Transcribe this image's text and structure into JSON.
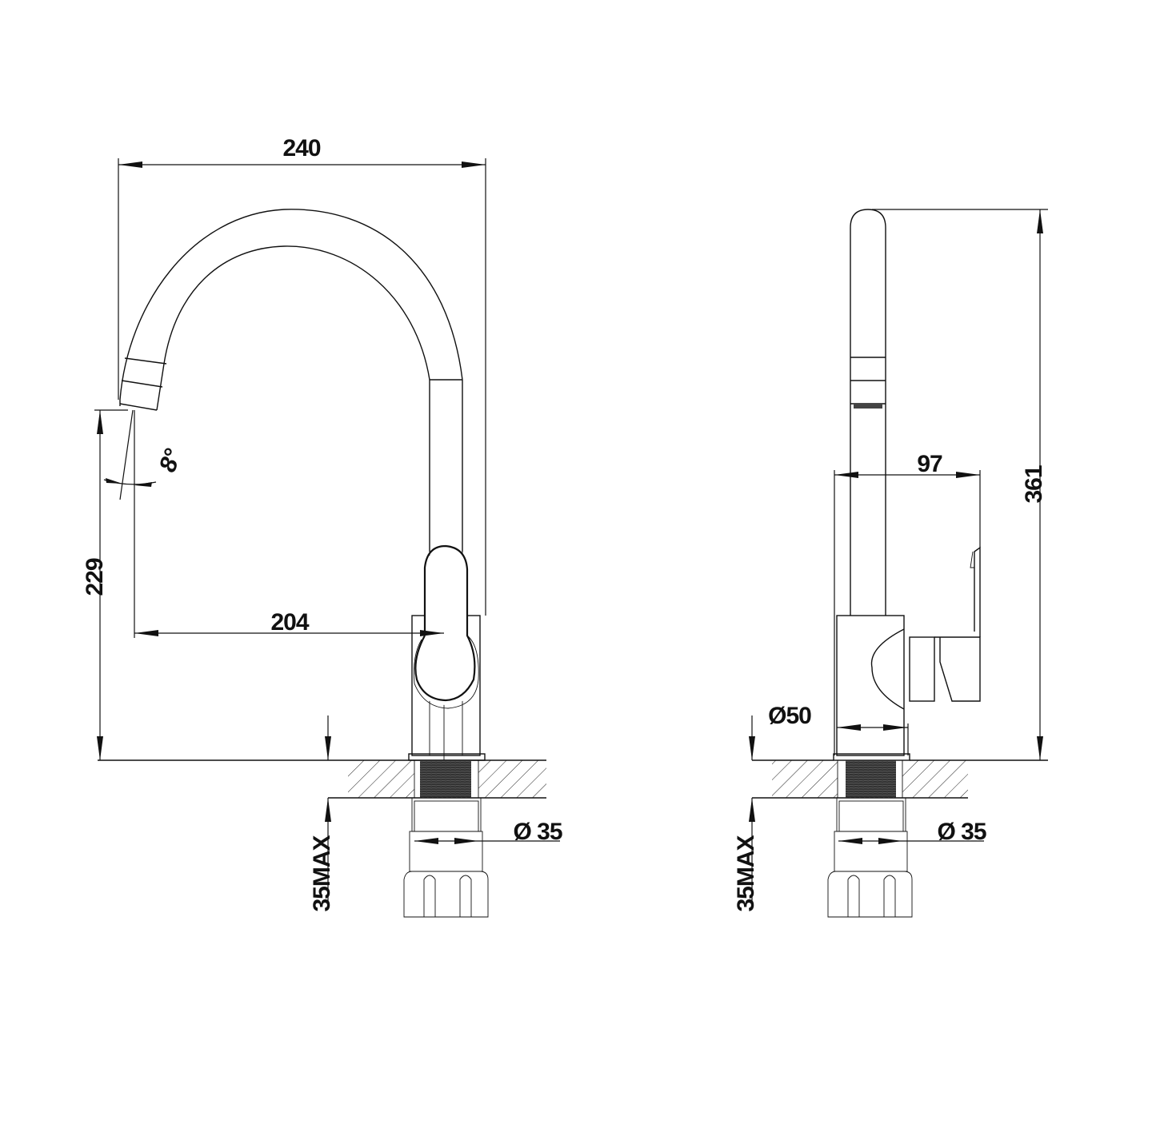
{
  "front_view": {
    "width_dim": "240",
    "spout_height_dim": "229",
    "reach_dim": "204",
    "angle_dim": "8°",
    "counter_thickness_dim": "35MAX",
    "hole_dim": "Ø 35"
  },
  "side_view": {
    "height_dim": "361",
    "depth_dim": "97",
    "body_dia_dim": "Ø50",
    "counter_thickness_dim": "35MAX",
    "hole_dim": "Ø 35"
  }
}
